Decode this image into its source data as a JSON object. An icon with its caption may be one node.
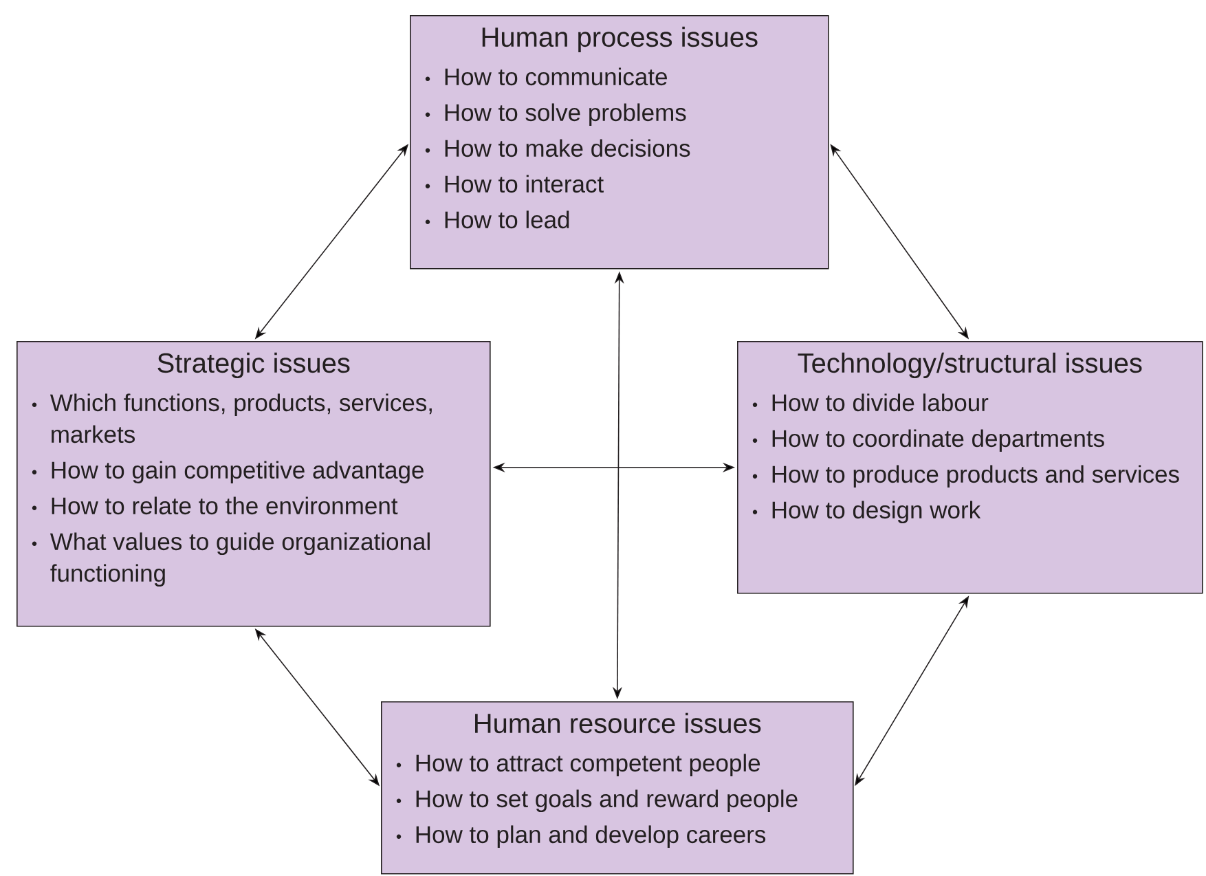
{
  "diagram": {
    "nodes": [
      {
        "text": [
          "Human process issues",
          "How to communicate",
          "How to solve problems",
          "How to make decisions",
          "How to interact",
          "How to lead"
        ]
      },
      {
        "text": [
          "Strategic issues",
          "Which functions, products, services, markets",
          "How to gain competitive advantage",
          "How to relate to the environment",
          "What values to guide organizational functioning"
        ]
      },
      {
        "text": [
          "Technology/structural issues",
          "How to divide labour",
          "How to coordinate departments",
          "How to produce products and services",
          "How to design work"
        ]
      },
      {
        "text": [
          "Human resource issues",
          "How to attract competent people",
          "How to set goals and reward people",
          "How to plan and develop careers"
        ]
      }
    ],
    "edges": [
      {
        "from": 0,
        "to": 1,
        "arrow": "both"
      },
      {
        "from": 0,
        "to": 2,
        "arrow": "both"
      },
      {
        "from": 0,
        "to": 3,
        "arrow": "both"
      },
      {
        "from": 1,
        "to": 2,
        "arrow": "both"
      },
      {
        "from": 1,
        "to": 3,
        "arrow": "both"
      },
      {
        "from": 2,
        "to": 3,
        "arrow": "both"
      }
    ]
  }
}
